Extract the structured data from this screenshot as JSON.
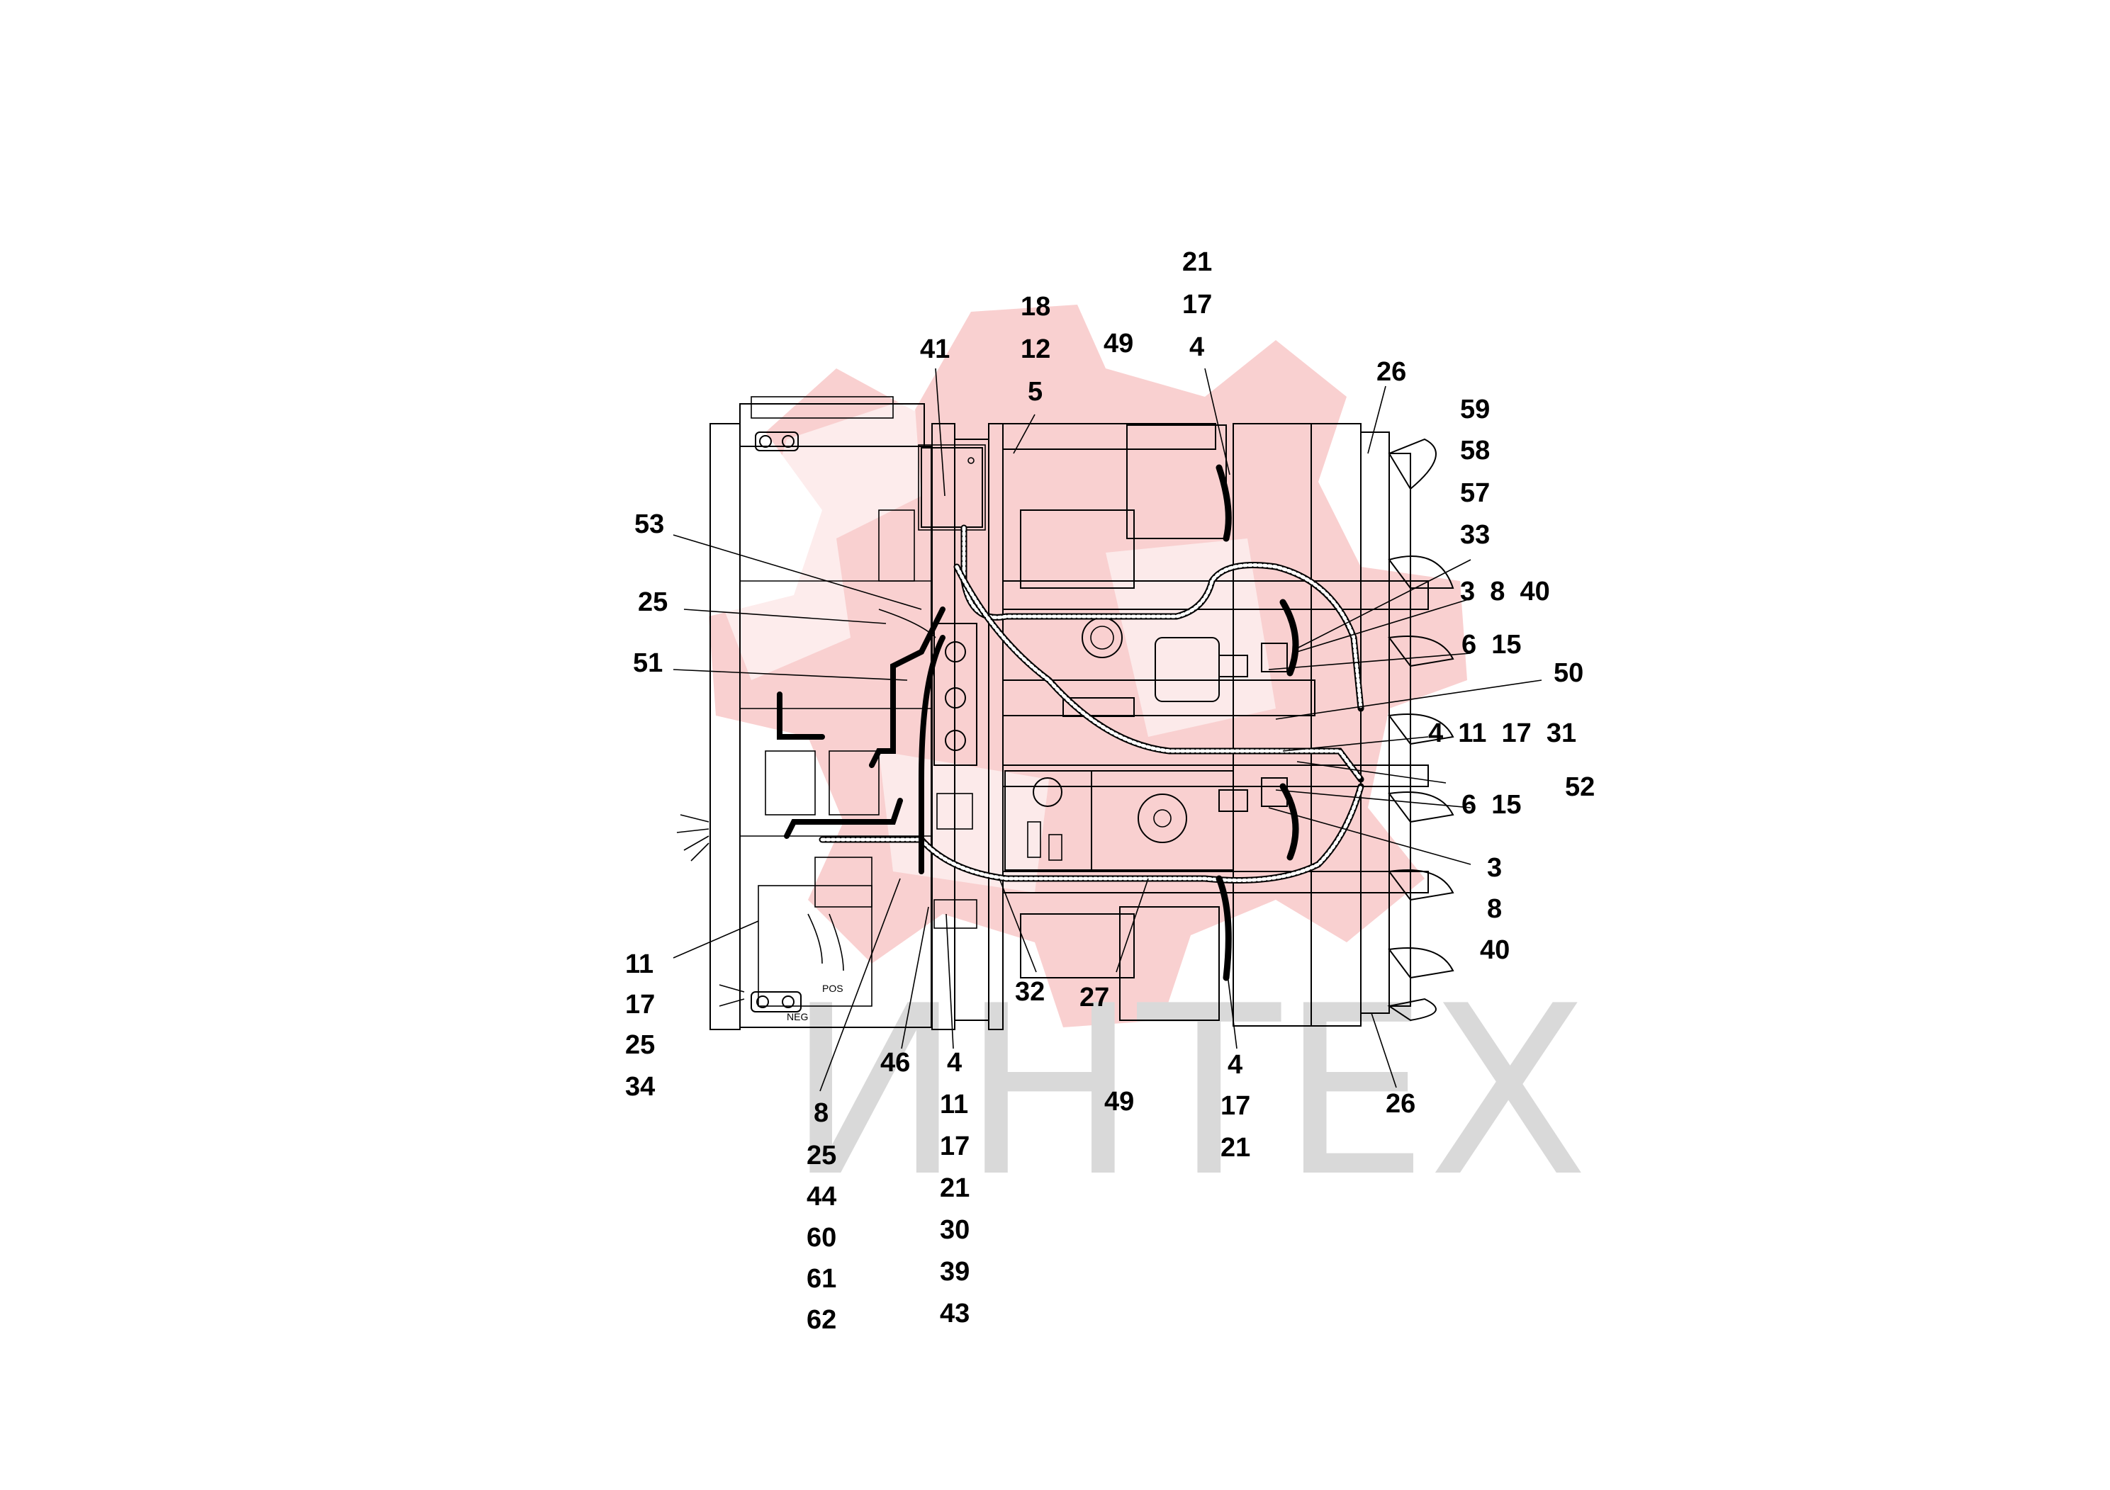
{
  "watermark": {
    "text": "ИНТЕХ",
    "logo_color": "#f8c8c8",
    "text_color": "#d9d9d9"
  },
  "callouts": [
    {
      "id": "c01",
      "lines": [
        "21",
        "17",
        "4"
      ]
    },
    {
      "id": "c02",
      "lines": [
        "18",
        "12",
        "5"
      ]
    },
    {
      "id": "c03",
      "lines": [
        "41"
      ]
    },
    {
      "id": "c04",
      "lines": [
        "49"
      ]
    },
    {
      "id": "c05",
      "lines": [
        "26"
      ]
    },
    {
      "id": "c06",
      "lines": [
        "59",
        "58",
        "57",
        "33"
      ]
    },
    {
      "id": "c07",
      "lines": [
        "53"
      ]
    },
    {
      "id": "c08",
      "lines": [
        "25"
      ]
    },
    {
      "id": "c09",
      "lines": [
        "51"
      ]
    },
    {
      "id": "c10",
      "lines": [
        "3  8  40"
      ]
    },
    {
      "id": "c11",
      "lines": [
        "6  15"
      ]
    },
    {
      "id": "c12",
      "lines": [
        "50"
      ]
    },
    {
      "id": "c13",
      "lines": [
        "4  11  17  31"
      ]
    },
    {
      "id": "c14",
      "lines": [
        "52"
      ]
    },
    {
      "id": "c15",
      "lines": [
        "6  15"
      ]
    },
    {
      "id": "c16",
      "lines": [
        "3",
        "8",
        "40"
      ]
    },
    {
      "id": "c17",
      "lines": [
        "11",
        "17",
        "25",
        "34"
      ]
    },
    {
      "id": "c18",
      "lines": [
        "32"
      ]
    },
    {
      "id": "c19",
      "lines": [
        "27"
      ]
    },
    {
      "id": "c20",
      "lines": [
        "46"
      ]
    },
    {
      "id": "c21",
      "lines": [
        "4",
        "11",
        "17",
        "21",
        "30",
        "39",
        "43"
      ]
    },
    {
      "id": "c22",
      "lines": [
        "8",
        "25",
        "44",
        "60",
        "61",
        "62"
      ]
    },
    {
      "id": "c23",
      "lines": [
        "49"
      ]
    },
    {
      "id": "c24",
      "lines": [
        "4",
        "17",
        "21"
      ]
    },
    {
      "id": "c25",
      "lines": [
        "26"
      ]
    }
  ],
  "panel_marks": {
    "neg": "NEG",
    "pos": "POS"
  }
}
